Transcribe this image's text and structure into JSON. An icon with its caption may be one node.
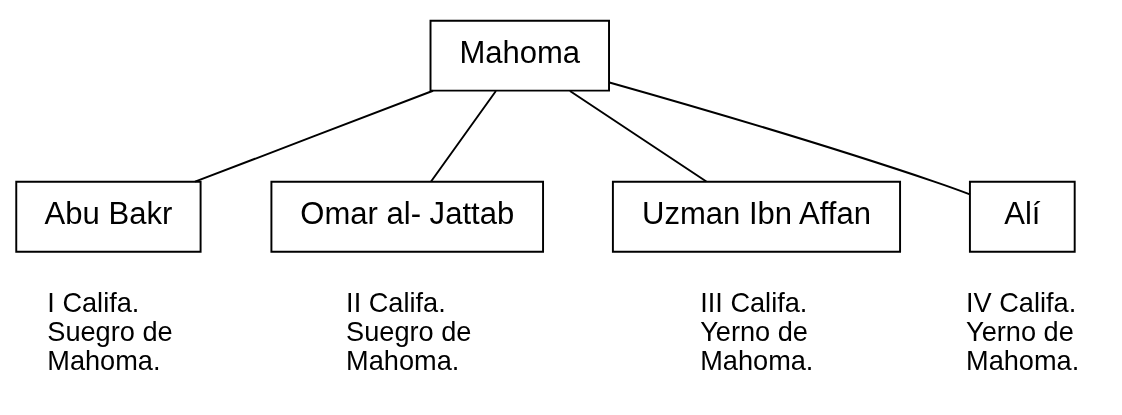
{
  "diagram": {
    "nodes": [
      {
        "text": [
          "Mahoma"
        ]
      },
      {
        "text": [
          "Abu Bakr"
        ],
        "beside": [
          "I Califa. Suegro de Mahoma."
        ]
      },
      {
        "text": [
          "Omar al- Jattab"
        ],
        "beside": [
          "II Califa. Suegro de Mahoma."
        ]
      },
      {
        "text": [
          "Uzman Ibn Affan"
        ],
        "beside": [
          "III Califa. Yerno de Mahoma."
        ]
      },
      {
        "text": [
          "Alí"
        ],
        "beside": [
          "IV Califa. Yerno de Mahoma."
        ]
      }
    ],
    "edges": [
      {
        "from": 0,
        "to": 1,
        "arrow": "none"
      },
      {
        "from": 0,
        "to": 2,
        "arrow": "none"
      },
      {
        "from": 0,
        "to": 3,
        "arrow": "none"
      },
      {
        "from": 0,
        "to": 4,
        "arrow": "none"
      }
    ]
  }
}
